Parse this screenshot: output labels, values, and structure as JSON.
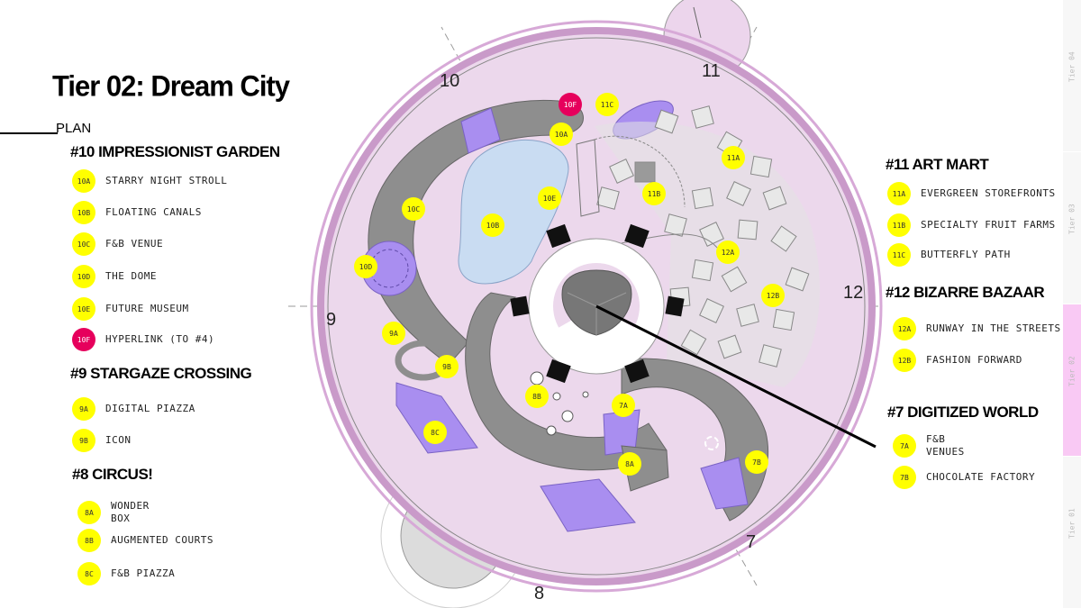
{
  "title": "Tier 02: Dream City",
  "plan_label": "PLAN",
  "colors": {
    "marker": "#ffff00",
    "marker_pink": "#e6005c",
    "lavender": "#a98ef0",
    "site_pink": "#ecd5ec"
  },
  "zone_numbers": [
    "10",
    "11",
    "12",
    "9",
    "8",
    "7"
  ],
  "sections": {
    "s10": {
      "heading": "#10 IMPRESSIONIST GARDEN",
      "items": [
        {
          "code": "10A",
          "label": "STARRY NIGHT STROLL"
        },
        {
          "code": "10B",
          "label": "FLOATING CANALS"
        },
        {
          "code": "10C",
          "label": "F&B VENUE"
        },
        {
          "code": "10D",
          "label": "THE DOME"
        },
        {
          "code": "10E",
          "label": "FUTURE MUSEUM"
        },
        {
          "code": "10F",
          "label": "HYPERLINK (TO #4)"
        }
      ]
    },
    "s9": {
      "heading": "#9 STARGAZE CROSSING",
      "items": [
        {
          "code": "9A",
          "label": "DIGITAL PIAZZA"
        },
        {
          "code": "9B",
          "label": "ICON"
        }
      ]
    },
    "s8": {
      "heading": "#8 CIRCUS!",
      "items": [
        {
          "code": "8A",
          "label": "WONDER\nBOX"
        },
        {
          "code": "8B",
          "label": "AUGMENTED COURTS"
        },
        {
          "code": "8C",
          "label": "F&B PIAZZA"
        }
      ]
    },
    "s11": {
      "heading": "#11 ART MART",
      "items": [
        {
          "code": "11A",
          "label": "EVERGREEN STOREFRONTS"
        },
        {
          "code": "11B",
          "label": "SPECIALTY FRUIT FARMS"
        },
        {
          "code": "11C",
          "label": "BUTTERFLY PATH"
        }
      ]
    },
    "s12": {
      "heading": "#12 BIZARRE BAZAAR",
      "items": [
        {
          "code": "12A",
          "label": "RUNWAY IN THE STREETS"
        },
        {
          "code": "12B",
          "label": "FASHION FORWARD"
        }
      ]
    },
    "s7": {
      "heading": "#7 DIGITIZED WORLD",
      "items": [
        {
          "code": "7A",
          "label": "F&B\nVENUES"
        },
        {
          "code": "7B",
          "label": "CHOCOLATE FACTORY"
        }
      ]
    }
  },
  "map_markers": [
    "10F",
    "11C",
    "10A",
    "11A",
    "10E",
    "11B",
    "10C",
    "10B",
    "10D",
    "12A",
    "12B",
    "9A",
    "9B",
    "8B",
    "7A",
    "8C",
    "8A",
    "7B"
  ],
  "tiers": [
    "Tier 04",
    "Tier 03",
    "Tier 02",
    "Tier 01"
  ]
}
